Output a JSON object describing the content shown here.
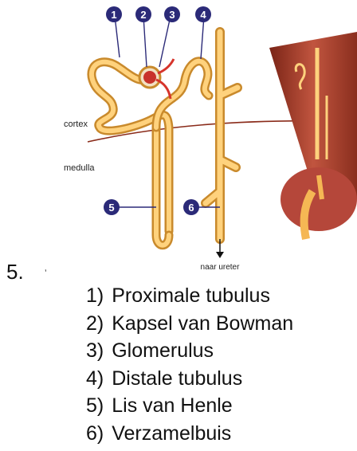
{
  "diagram": {
    "markers": [
      "1",
      "2",
      "3",
      "4",
      "5",
      "6"
    ],
    "labels": {
      "cortex": "cortex",
      "medulla": "medulla",
      "ureter": "naar ureter"
    }
  },
  "question": {
    "number": "5.",
    "mark": "ʼ"
  },
  "answers": [
    {
      "num": "1)",
      "text": "Proximale tubulus"
    },
    {
      "num": "2)",
      "text": "Kapsel van Bowman"
    },
    {
      "num": "3)",
      "text": "Glomerulus"
    },
    {
      "num": "4)",
      "text": "Distale tubulus"
    },
    {
      "num": "5)",
      "text": "Lis van Henle"
    },
    {
      "num": "6)",
      "text": "Verzamelbuis"
    }
  ],
  "colors": {
    "tubule": "#f5b754",
    "tubule_edge": "#c98a2c",
    "marker": "#2b2a78",
    "blood": "#d6342b",
    "muscle": "#b5473a"
  }
}
